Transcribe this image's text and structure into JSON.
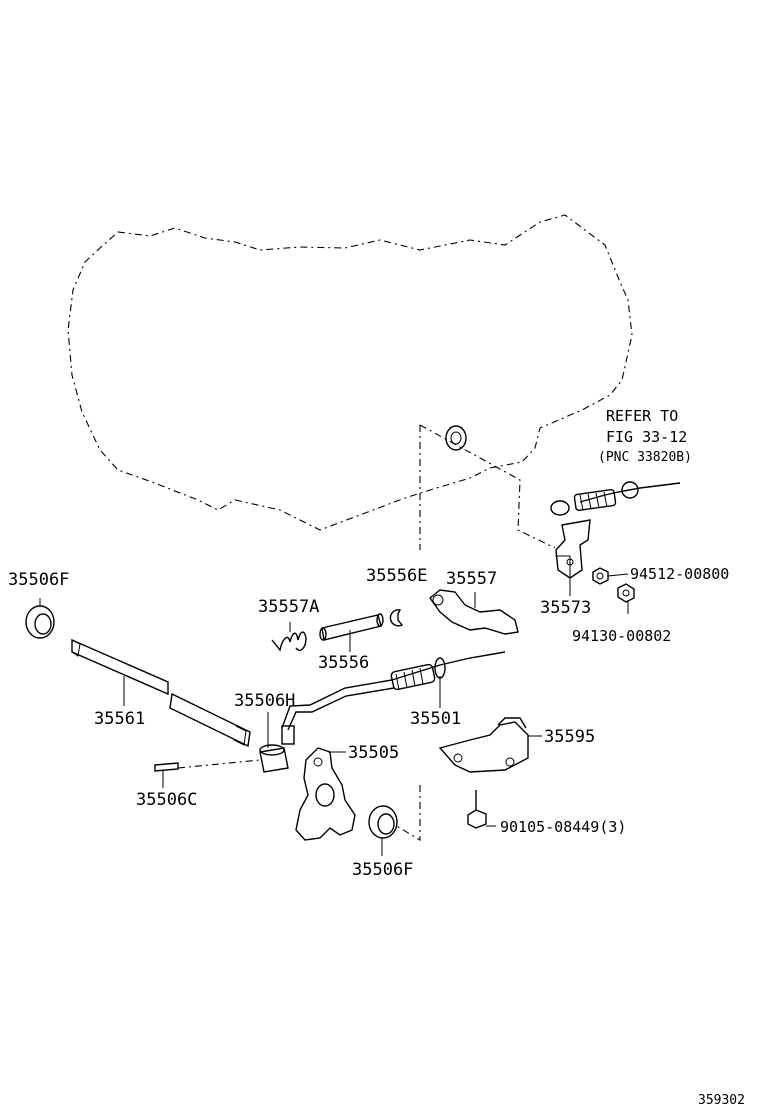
{
  "diagram": {
    "refer_note": {
      "line1": "REFER TO",
      "line2": "FIG 33-12",
      "line3": "(PNC 33820B)"
    },
    "parts": [
      {
        "id": "35506F_top",
        "label": "35506F"
      },
      {
        "id": "35557A",
        "label": "35557A"
      },
      {
        "id": "35556E",
        "label": "35556E"
      },
      {
        "id": "35557",
        "label": "35557"
      },
      {
        "id": "35556",
        "label": "35556"
      },
      {
        "id": "35573",
        "label": "35573"
      },
      {
        "id": "94512",
        "label": "94512-00800"
      },
      {
        "id": "94130",
        "label": "94130-00802"
      },
      {
        "id": "35561",
        "label": "35561"
      },
      {
        "id": "35506H",
        "label": "35506H"
      },
      {
        "id": "35501",
        "label": "35501"
      },
      {
        "id": "35595",
        "label": "35595"
      },
      {
        "id": "35505",
        "label": "35505"
      },
      {
        "id": "35506C",
        "label": "35506C"
      },
      {
        "id": "90105",
        "label": "90105-08449(3)"
      },
      {
        "id": "35506F_bottom",
        "label": "35506F"
      }
    ],
    "figure_number": "359302"
  }
}
